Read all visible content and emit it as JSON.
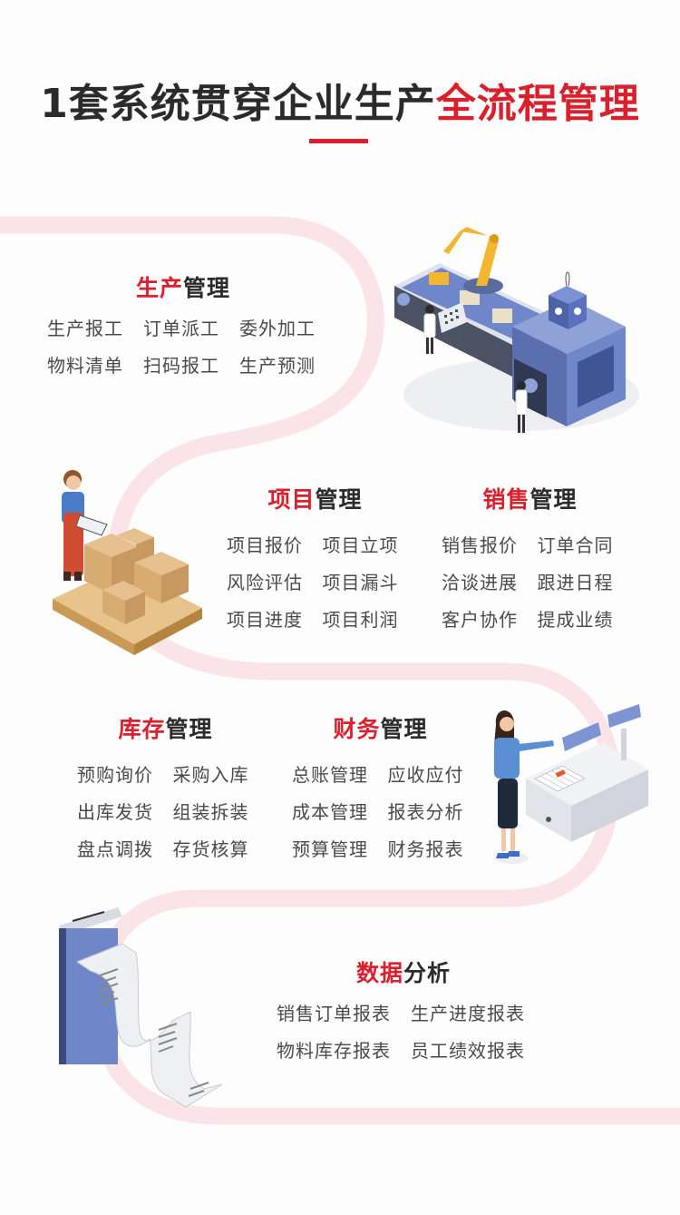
{
  "headline": {
    "prefix": "1套系统贯穿企业生产",
    "highlight": "全流程管理",
    "accent_color": "#d9202c",
    "text_color": "#2b2b2b"
  },
  "modules": {
    "production": {
      "title_highlight": "生产",
      "title_rest": "管理",
      "items": [
        "生产报工",
        "订单派工",
        "委外加工",
        "物料清单",
        "扫码报工",
        "生产预测"
      ]
    },
    "project": {
      "title_highlight": "项目",
      "title_rest": "管理",
      "items": [
        "项目报价",
        "项目立项",
        "风险评估",
        "项目漏斗",
        "项目进度",
        "项目利润"
      ]
    },
    "sales": {
      "title_highlight": "销售",
      "title_rest": "管理",
      "items": [
        "销售报价",
        "订单合同",
        "洽谈进展",
        "跟进日程",
        "客户协作",
        "提成业绩"
      ]
    },
    "inventory": {
      "title_highlight": "库存",
      "title_rest": "管理",
      "items": [
        "预购询价",
        "采购入库",
        "出库发货",
        "组装拆装",
        "盘点调拨",
        "存货核算"
      ]
    },
    "finance": {
      "title_highlight": "财务",
      "title_rest": "管理",
      "items": [
        "总账管理",
        "应收应付",
        "成本管理",
        "报表分析",
        "预算管理",
        "财务报表"
      ]
    },
    "data": {
      "title_highlight": "数据",
      "title_rest": "分析",
      "items": [
        "销售订单报表",
        "生产进度报表",
        "物料库存报表",
        "员工绩效报表"
      ]
    }
  },
  "illustrations": {
    "factory": "factory-production-line-illustration",
    "warehouse": "warehouse-worker-boxes-illustration",
    "cashier": "cashier-register-illustration",
    "report": "phone-receipt-report-illustration"
  },
  "colors": {
    "ribbon": "#fbe4e7",
    "accent": "#d9202c",
    "item_text": "#4a4a4a",
    "illustration_blue": "#6f86c9",
    "arm_yellow": "#f2b630",
    "box_tan": "#d9b27c"
  }
}
